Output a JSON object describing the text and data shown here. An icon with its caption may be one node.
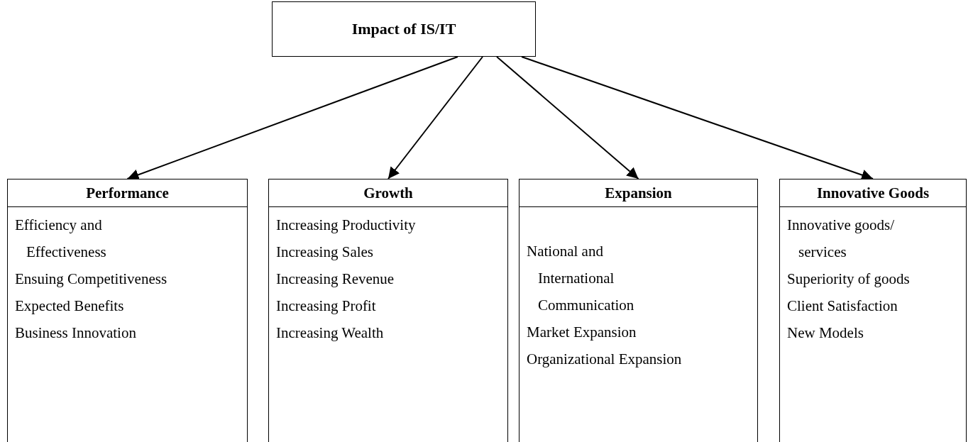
{
  "diagram": {
    "nodes": [
      {
        "text": [
          "Impact of IS/IT"
        ]
      },
      {
        "text": [
          "Performance",
          "Efficiency and Effectiveness",
          "Ensuing Competitiveness",
          "Expected Benefits",
          "Business Innovation"
        ]
      },
      {
        "text": [
          "Growth",
          "Increasing Productivity",
          "Increasing Sales",
          "Increasing Revenue",
          "Increasing Profit",
          "Increasing Wealth"
        ]
      },
      {
        "text": [
          "Expansion",
          "National and International Communication",
          "Market Expansion",
          "Organizational Expansion"
        ]
      },
      {
        "text": [
          "Innovative Goods",
          "Innovative goods/ services",
          "Superiority of goods",
          "Client Satisfaction",
          "New Models"
        ]
      }
    ],
    "edges": [
      {
        "from": 0,
        "to": 1,
        "arrow": "to"
      },
      {
        "from": 0,
        "to": 2,
        "arrow": "to"
      },
      {
        "from": 0,
        "to": 3,
        "arrow": "to"
      },
      {
        "from": 0,
        "to": 4,
        "arrow": "to"
      }
    ]
  }
}
